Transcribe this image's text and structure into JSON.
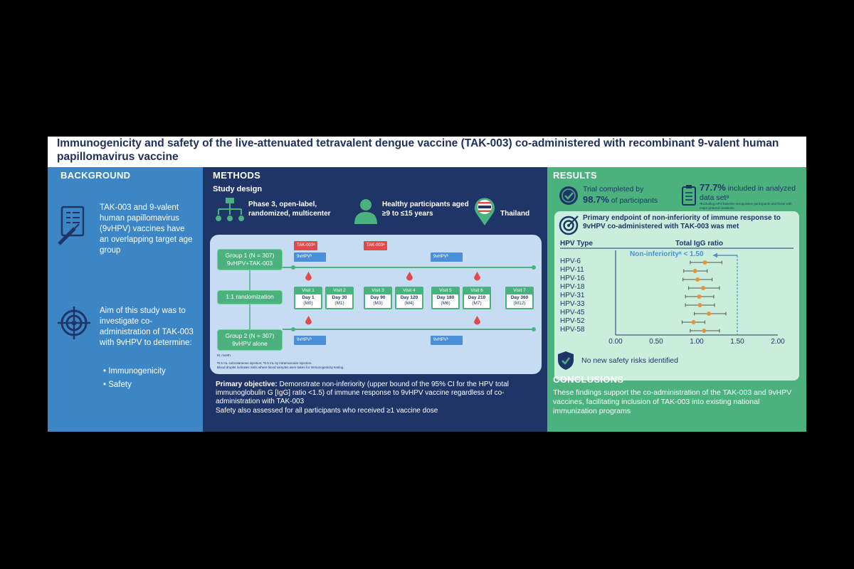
{
  "title": "Immunogenicity and safety of the live-attenuated tetravalent dengue vaccine (TAK-003) co-administered with recombinant 9-valent human papillomavirus vaccine",
  "background": {
    "heading": "BACKGROUND",
    "text1": "TAK-003 and 9-valent human papillomavirus (9vHPV) vaccines have an overlapping target age group",
    "text2": "Aim of this study was to investigate co-administration of TAK-003 with 9vHPV to determine:",
    "bullets": [
      "Immunogenicity",
      "Safety"
    ]
  },
  "methods": {
    "heading": "METHODS",
    "subheading": "Study design",
    "design": "Phase 3, open-label, randomized, multicenter",
    "participants": "Healthy participants aged ≥9 to ≤15 years",
    "country": "Thailand",
    "group1": "Group 1 (N = 307)\n9vHPV+TAK-003",
    "group2": "Group 2 (N = 307)\n9vHPV alone",
    "randomization": "1:1 randomization",
    "tak_label": "TAK-003ᵃ",
    "hpv_label": "9vHPVᵇ",
    "visits": [
      {
        "visit": "Visit 1",
        "day": "Day 1",
        "month": "(M0)"
      },
      {
        "visit": "Visit 2",
        "day": "Day 30",
        "month": "(M1)"
      },
      {
        "visit": "Visit 3",
        "day": "Day 90",
        "month": "(M3)"
      },
      {
        "visit": "Visit 4",
        "day": "Day 120",
        "month": "(M4)"
      },
      {
        "visit": "Visit 5",
        "day": "Day 180",
        "month": "(M6)"
      },
      {
        "visit": "Visit 6",
        "day": "Day 210",
        "month": "(M7)"
      },
      {
        "visit": "Visit 7",
        "day": "Day 360",
        "month": "(M12)"
      }
    ],
    "footnote1": "M, month.",
    "footnote2": "ᵃ0.5 mL subcutaneous injection; ᵇ0.5 mL by intramuscular injection.",
    "footnote3": "Blood droplet indicates visits where blood samples were taken for immunogenicity testing.",
    "objective_label": "Primary objective:",
    "objective_text": " Demonstrate non-inferiority (upper bound of the 95% CI for the HPV total immunoglobulin G [IgG] ratio <1.5) of immune response to 9vHPV vaccine regardless of co-administration with TAK-003",
    "safety_text": "Safety also assessed for all participants who received ≥1 vaccine dose"
  },
  "results": {
    "heading": "RESULTS",
    "stat1_pre": "Trial completed by",
    "stat1_value": "98.7%",
    "stat1_post": " of participants",
    "stat2_value": "77.7%",
    "stat2_post": " included in analyzed data setᵃ",
    "stat2_note": "ᵃExcluding HPV baseline seropositive participants and those with major protocol violations.",
    "endpoint_title": "Primary endpoint of non-inferiority of immune response to 9vHPV co-administered with TAK-003 was met",
    "col_type": "HPV Type",
    "col_ratio": "Total IgG ratio",
    "noninferiority_label": "Non-inferiorityᵃ < 1.50",
    "safety": "No new safety risks identified",
    "conclusions_heading": "CONCLUSIONS",
    "conclusions": "These findings support the co-administration of the TAK-003 and 9vHPV vaccines, facilitating inclusion of TAK-003 into existing national immunization programs"
  },
  "chart_data": {
    "type": "scatter",
    "title": "",
    "xlabel": "",
    "ylabel": "",
    "xlim": [
      0,
      2.0
    ],
    "xticks": [
      "0.00",
      "0.50",
      "1.00",
      "1.50",
      "2.00"
    ],
    "threshold": 1.5,
    "categories": [
      "HPV-6",
      "HPV-11",
      "HPV-16",
      "HPV-18",
      "HPV-31",
      "HPV-33",
      "HPV-45",
      "HPV-52",
      "HPV-58"
    ],
    "values": [
      1.1,
      0.98,
      1.01,
      1.08,
      1.03,
      1.04,
      1.15,
      0.96,
      1.09
    ],
    "ci_low": [
      0.92,
      0.84,
      0.83,
      0.9,
      0.86,
      0.86,
      0.97,
      0.82,
      0.92
    ],
    "ci_high": [
      1.31,
      1.13,
      1.19,
      1.28,
      1.21,
      1.22,
      1.36,
      1.1,
      1.28
    ],
    "colors": {
      "point": "#e9923a",
      "threshold": "#4a90d9"
    }
  },
  "colors": {
    "background_panel": "#3d86c6",
    "methods_panel": "#1f3568",
    "results_panel": "#4bb27e",
    "title_text": "#1e2f5c"
  }
}
